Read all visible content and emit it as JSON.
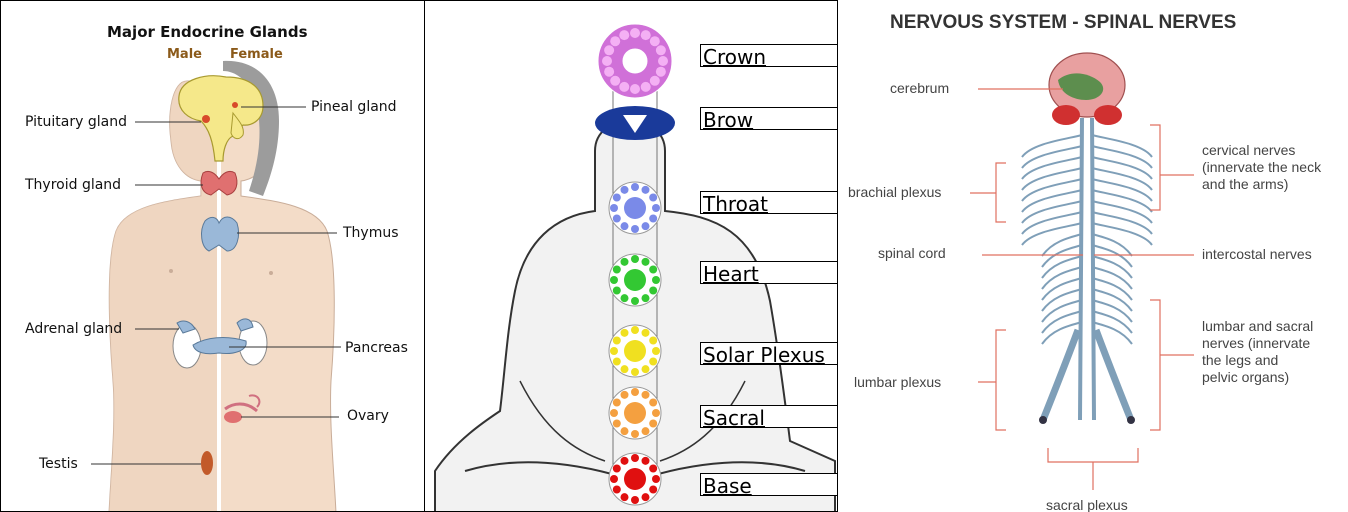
{
  "endocrine": {
    "title": "Major Endocrine Glands",
    "male_label": "Male",
    "female_label": "Female",
    "labels": {
      "pituitary": "Pituitary gland",
      "pineal": "Pineal gland",
      "thyroid": "Thyroid gland",
      "thymus": "Thymus",
      "adrenal": "Adrenal gland",
      "pancreas": "Pancreas",
      "ovary": "Ovary",
      "testis": "Testis"
    }
  },
  "chakras": {
    "labels": [
      "Crown",
      "Brow",
      "Throat",
      "Heart",
      "Solar Plexus",
      "Sacral",
      "Base"
    ],
    "colors": [
      "#d070d8",
      "#1a3a9a",
      "#7a8ae8",
      "#33c833",
      "#f0e020",
      "#f4a040",
      "#e01010"
    ]
  },
  "nervous": {
    "title": "NERVOUS SYSTEM - SPINAL NERVES",
    "left_labels": {
      "cerebrum": "cerebrum",
      "brachial": "brachial plexus",
      "spinal_cord": "spinal cord",
      "lumbar": "lumbar plexus",
      "sacral": "sacral plexus"
    },
    "right_labels": {
      "cervical": [
        "cervical nerves",
        "(innervate the neck",
        "and the arms)"
      ],
      "intercostal": "intercostal nerves",
      "lumbar_sacral": [
        "lumbar and sacral",
        "nerves (innervate",
        "the legs and",
        "pelvic organs)"
      ]
    },
    "colors": {
      "nerve": "#7f9fb8",
      "leader": "#e07060",
      "brain": "#e8a0a0"
    }
  }
}
